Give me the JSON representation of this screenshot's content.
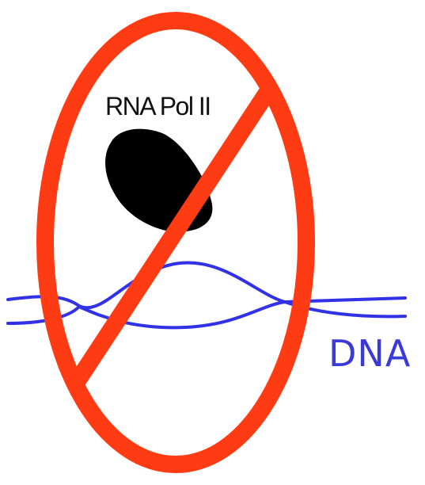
{
  "labels": {
    "enzyme": "RNA Pol II",
    "molecule": "DNA"
  },
  "colors": {
    "prohibition": "#ff3b14",
    "dna_strands": "#3131e6",
    "enzyme_fill": "#000000",
    "enzyme_label": "#111111",
    "molecule_label": "#3a3ad8",
    "background": "#ffffff"
  },
  "icons": {
    "prohibition_sign": "no-symbol",
    "enzyme_shape": "blob"
  }
}
